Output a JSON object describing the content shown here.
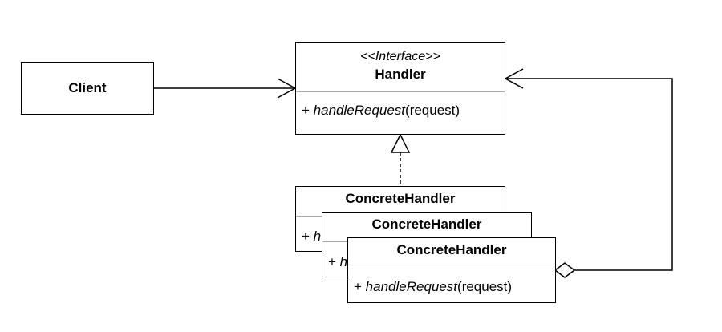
{
  "client": {
    "label": "Client"
  },
  "handler": {
    "stereotype": "<<Interface>>",
    "name": "Handler",
    "method_prefix": "+ ",
    "method_name": "handleRequest",
    "method_params": "(request)"
  },
  "concrete_handlers": [
    {
      "name": "ConcreteHandler",
      "method_prefix": "+ ",
      "method_fragment": "h"
    },
    {
      "name": "ConcreteHandler",
      "method_prefix": "+ ",
      "method_fragment": "h"
    },
    {
      "name": "ConcreteHandler",
      "method_prefix": "+ ",
      "method_name": "handleRequest",
      "method_params": "(request)"
    }
  ]
}
